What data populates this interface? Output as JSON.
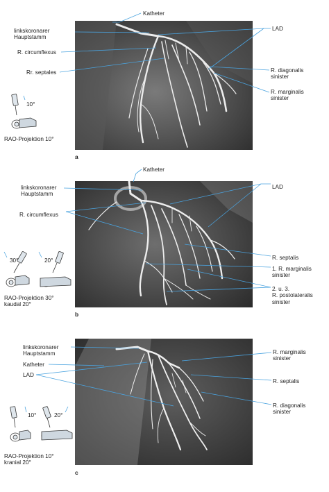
{
  "panels": [
    {
      "letter": "a",
      "projection": [
        "RAO-Projektion 10°"
      ],
      "angles": [
        "10°"
      ],
      "labels_left": {
        "katheter": "Katheter",
        "hauptstamm": [
          "linkskoronarer",
          "Hauptstamm"
        ],
        "circumflexus": "R. circumflexus",
        "septales": "Rr. septales"
      },
      "labels_right": {
        "lad": "LAD",
        "diagonalis": [
          "R. diagonalis",
          "sinister"
        ],
        "marginalis": [
          "R. marginalis",
          "sinister"
        ]
      }
    },
    {
      "letter": "b",
      "projection": [
        "RAO-Projektion 30°",
        "kaudal 20°"
      ],
      "angles": [
        "30°",
        "20°"
      ],
      "labels_left": {
        "katheter": "Katheter",
        "hauptstamm": [
          "linkskoronarer",
          "Hauptstamm"
        ],
        "circumflexus": "R. circumflexus"
      },
      "labels_right": {
        "lad": "LAD",
        "septalis": "R. septalis",
        "marginalis": [
          "1. R. marginalis",
          "sinister"
        ],
        "postolateralis": [
          "2. u. 3.",
          "R. postolateralis",
          "sinister"
        ]
      }
    },
    {
      "letter": "c",
      "projection": [
        "RAO-Projektion 10°",
        "kranial 20°"
      ],
      "angles": [
        "10°",
        "20°"
      ],
      "labels_left": {
        "hauptstamm": [
          "linkskoronarer",
          "Hauptstamm"
        ],
        "katheter": "Katheter",
        "lad": "LAD"
      },
      "labels_right": {
        "marginalis": [
          "R. marginalis",
          "sinister"
        ],
        "septalis": "R. septalis",
        "diagonalis": [
          "R. diagonalis",
          "sinister"
        ]
      }
    }
  ],
  "colors": {
    "leader": "#4aa3df",
    "film_dark": "#2a2a2a",
    "film_light": "#e8e8e8"
  }
}
